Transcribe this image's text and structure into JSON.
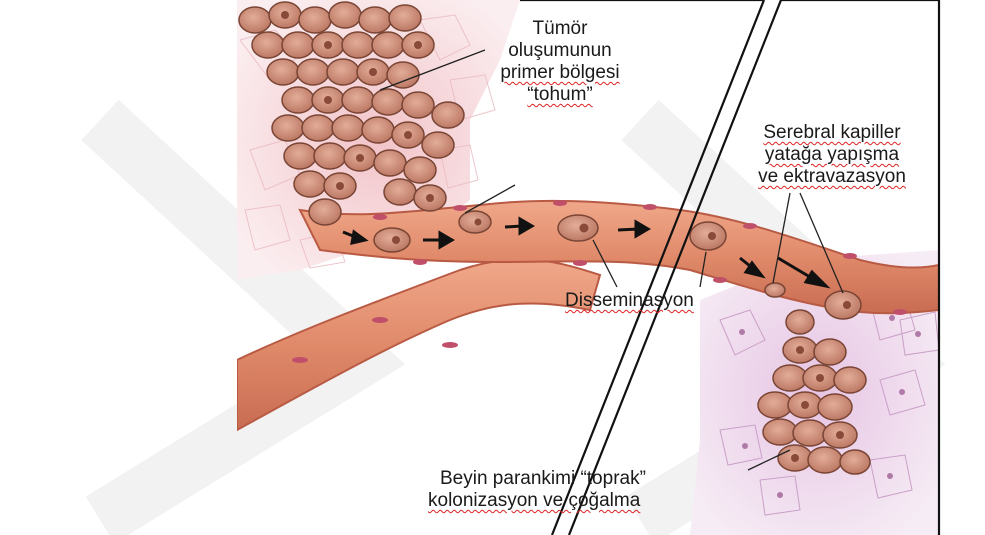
{
  "labels": {
    "primary_site": {
      "line1": "Tümör",
      "line2": "oluşumunun",
      "line3": "primer bölgesi",
      "line4": "“tohum”"
    },
    "cerebral": {
      "line1": "Serebral kapiller",
      "line2": "yatağa yapışma",
      "line3": "ve ektravazasyon"
    },
    "dissemination": "Disseminasyon",
    "brain": {
      "line1": "Beyin parankimi “toprak”",
      "line2": "kolonizasyon ve çoğalma"
    }
  },
  "colors": {
    "vessel": "#e08a6a",
    "vessel_edge": "#b95a44",
    "tumor_cell": "#c98a75",
    "tumor_cell_edge": "#7a4535",
    "primary_tissue": "#f6d6da",
    "brain_tissue": "#e7cbe4",
    "arrow": "#111111",
    "squiggle_underline": "#dd2222"
  }
}
